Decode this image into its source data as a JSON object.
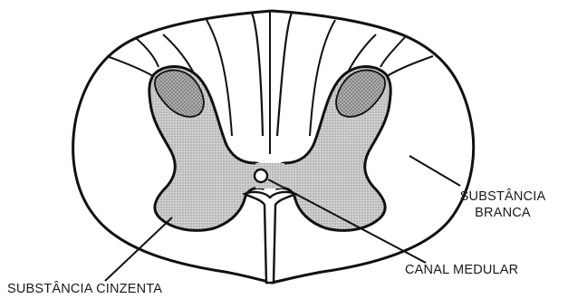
{
  "labels": {
    "substancia_branca_line1": "SUBSTÂNCIA",
    "substancia_branca_line2": "BRANCA",
    "canal_medular": "CANAL MEDULAR",
    "substancia_cinzenta": "SUBSTÂNCIA CINZENTA"
  },
  "colors": {
    "outline": "#111111",
    "gray_matter_fill": "#c8c8c8",
    "dorsal_horn_fill": "#aaaaaa",
    "background": "#ffffff"
  }
}
